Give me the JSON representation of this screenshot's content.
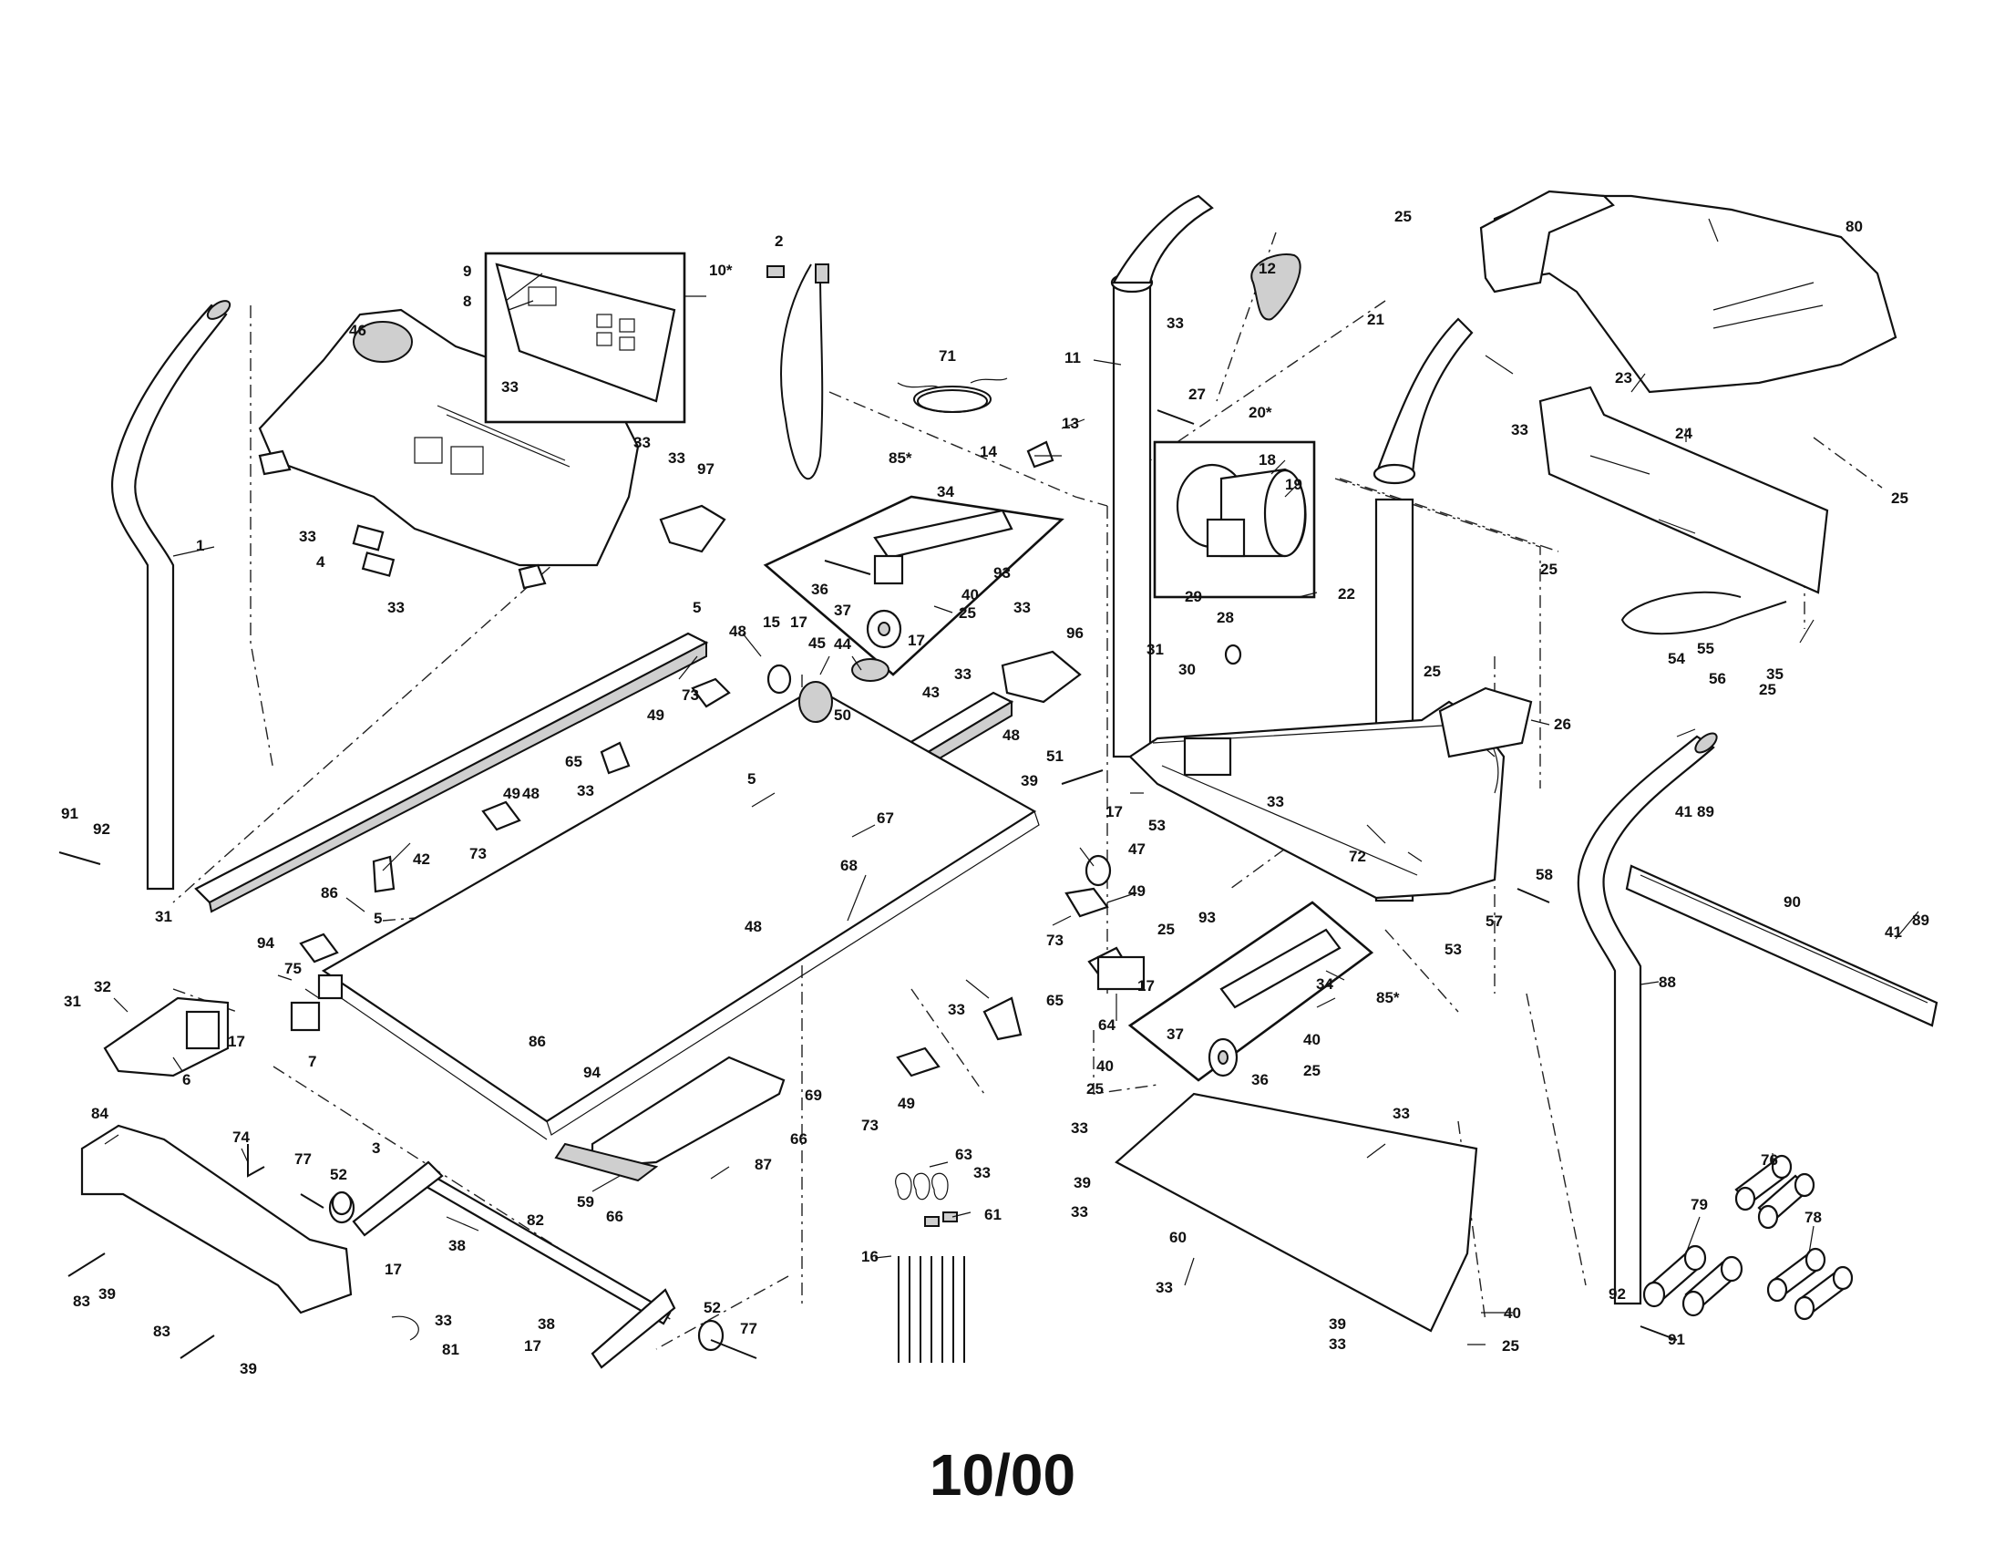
{
  "footer": {
    "date_code": "10/00"
  },
  "callouts": [
    {
      "id": "c1",
      "text": "1"
    },
    {
      "id": "c2",
      "text": "2"
    },
    {
      "id": "c3",
      "text": "3"
    },
    {
      "id": "c4",
      "text": "4"
    },
    {
      "id": "c5a",
      "text": "5"
    },
    {
      "id": "c5b",
      "text": "5"
    },
    {
      "id": "c5c",
      "text": "5"
    },
    {
      "id": "c6",
      "text": "6"
    },
    {
      "id": "c7",
      "text": "7"
    },
    {
      "id": "c8",
      "text": "8"
    },
    {
      "id": "c9",
      "text": "9"
    },
    {
      "id": "c10",
      "text": "10*"
    },
    {
      "id": "c11",
      "text": "11"
    },
    {
      "id": "c12",
      "text": "12"
    },
    {
      "id": "c13",
      "text": "13"
    },
    {
      "id": "c14",
      "text": "14"
    },
    {
      "id": "c15",
      "text": "15"
    },
    {
      "id": "c16",
      "text": "16"
    },
    {
      "id": "c17a",
      "text": "17"
    },
    {
      "id": "c17b",
      "text": "17"
    },
    {
      "id": "c17c",
      "text": "17"
    },
    {
      "id": "c17d",
      "text": "17"
    },
    {
      "id": "c17e",
      "text": "17"
    },
    {
      "id": "c17f",
      "text": "17"
    },
    {
      "id": "c17g",
      "text": "17"
    },
    {
      "id": "c18",
      "text": "18"
    },
    {
      "id": "c19",
      "text": "19"
    },
    {
      "id": "c20",
      "text": "20*"
    },
    {
      "id": "c21",
      "text": "21"
    },
    {
      "id": "c22",
      "text": "22"
    },
    {
      "id": "c23",
      "text": "23"
    },
    {
      "id": "c24",
      "text": "24"
    },
    {
      "id": "c25a",
      "text": "25"
    },
    {
      "id": "c25b",
      "text": "25"
    },
    {
      "id": "c25c",
      "text": "25"
    },
    {
      "id": "c25d",
      "text": "25"
    },
    {
      "id": "c25e",
      "text": "25"
    },
    {
      "id": "c25f",
      "text": "25"
    },
    {
      "id": "c25g",
      "text": "25"
    },
    {
      "id": "c25h",
      "text": "25"
    },
    {
      "id": "c25i",
      "text": "25"
    },
    {
      "id": "c25j",
      "text": "25"
    },
    {
      "id": "c26",
      "text": "26"
    },
    {
      "id": "c27",
      "text": "27"
    },
    {
      "id": "c28",
      "text": "28"
    },
    {
      "id": "c29",
      "text": "29"
    },
    {
      "id": "c30",
      "text": "30"
    },
    {
      "id": "c31a",
      "text": "31"
    },
    {
      "id": "c31b",
      "text": "31"
    },
    {
      "id": "c31c",
      "text": "31"
    },
    {
      "id": "c32",
      "text": "32"
    },
    {
      "id": "c33a",
      "text": "33"
    },
    {
      "id": "c33b",
      "text": "33"
    },
    {
      "id": "c33c",
      "text": "33"
    },
    {
      "id": "c33d",
      "text": "33"
    },
    {
      "id": "c33e",
      "text": "33"
    },
    {
      "id": "c33f",
      "text": "33"
    },
    {
      "id": "c33g",
      "text": "33"
    },
    {
      "id": "c33h",
      "text": "33"
    },
    {
      "id": "c33i",
      "text": "33"
    },
    {
      "id": "c33j",
      "text": "33"
    },
    {
      "id": "c33k",
      "text": "33"
    },
    {
      "id": "c33l",
      "text": "33"
    },
    {
      "id": "c33m",
      "text": "33"
    },
    {
      "id": "c33n",
      "text": "33"
    },
    {
      "id": "c33o",
      "text": "33"
    },
    {
      "id": "c33p",
      "text": "33"
    },
    {
      "id": "c33q",
      "text": "33"
    },
    {
      "id": "c33r",
      "text": "33"
    },
    {
      "id": "c33s",
      "text": "33"
    },
    {
      "id": "c34a",
      "text": "34"
    },
    {
      "id": "c34b",
      "text": "34"
    },
    {
      "id": "c35",
      "text": "35"
    },
    {
      "id": "c36a",
      "text": "36"
    },
    {
      "id": "c36b",
      "text": "36"
    },
    {
      "id": "c37a",
      "text": "37"
    },
    {
      "id": "c37b",
      "text": "37"
    },
    {
      "id": "c38a",
      "text": "38"
    },
    {
      "id": "c38b",
      "text": "38"
    },
    {
      "id": "c39a",
      "text": "39"
    },
    {
      "id": "c39b",
      "text": "39"
    },
    {
      "id": "c39c",
      "text": "39"
    },
    {
      "id": "c39d",
      "text": "39"
    },
    {
      "id": "c39e",
      "text": "39"
    },
    {
      "id": "c40a",
      "text": "40"
    },
    {
      "id": "c40b",
      "text": "40"
    },
    {
      "id": "c40c",
      "text": "40"
    },
    {
      "id": "c40d",
      "text": "40"
    },
    {
      "id": "c41a",
      "text": "41"
    },
    {
      "id": "c41b",
      "text": "41"
    },
    {
      "id": "c42",
      "text": "42"
    },
    {
      "id": "c43",
      "text": "43"
    },
    {
      "id": "c44",
      "text": "44"
    },
    {
      "id": "c45",
      "text": "45"
    },
    {
      "id": "c46",
      "text": "46"
    },
    {
      "id": "c47",
      "text": "47"
    },
    {
      "id": "c48a",
      "text": "48"
    },
    {
      "id": "c48b",
      "text": "48"
    },
    {
      "id": "c48c",
      "text": "48"
    },
    {
      "id": "c48d",
      "text": "48"
    },
    {
      "id": "c49a",
      "text": "49"
    },
    {
      "id": "c49b",
      "text": "49"
    },
    {
      "id": "c49c",
      "text": "49"
    },
    {
      "id": "c49d",
      "text": "49"
    },
    {
      "id": "c50",
      "text": "50"
    },
    {
      "id": "c51",
      "text": "51"
    },
    {
      "id": "c52a",
      "text": "52"
    },
    {
      "id": "c52b",
      "text": "52"
    },
    {
      "id": "c53a",
      "text": "53"
    },
    {
      "id": "c53b",
      "text": "53"
    },
    {
      "id": "c54",
      "text": "54"
    },
    {
      "id": "c55",
      "text": "55"
    },
    {
      "id": "c56",
      "text": "56"
    },
    {
      "id": "c57",
      "text": "57"
    },
    {
      "id": "c58",
      "text": "58"
    },
    {
      "id": "c59",
      "text": "59"
    },
    {
      "id": "c60",
      "text": "60"
    },
    {
      "id": "c61",
      "text": "61"
    },
    {
      "id": "c63",
      "text": "63"
    },
    {
      "id": "c64",
      "text": "64"
    },
    {
      "id": "c65a",
      "text": "65"
    },
    {
      "id": "c65b",
      "text": "65"
    },
    {
      "id": "c66a",
      "text": "66"
    },
    {
      "id": "c66b",
      "text": "66"
    },
    {
      "id": "c67",
      "text": "67"
    },
    {
      "id": "c68",
      "text": "68"
    },
    {
      "id": "c69",
      "text": "69"
    },
    {
      "id": "c71",
      "text": "71"
    },
    {
      "id": "c72",
      "text": "72"
    },
    {
      "id": "c73a",
      "text": "73"
    },
    {
      "id": "c73b",
      "text": "73"
    },
    {
      "id": "c73c",
      "text": "73"
    },
    {
      "id": "c73d",
      "text": "73"
    },
    {
      "id": "c74",
      "text": "74"
    },
    {
      "id": "c75",
      "text": "75"
    },
    {
      "id": "c76",
      "text": "76"
    },
    {
      "id": "c77a",
      "text": "77"
    },
    {
      "id": "c77b",
      "text": "77"
    },
    {
      "id": "c78",
      "text": "78"
    },
    {
      "id": "c79",
      "text": "79"
    },
    {
      "id": "c80",
      "text": "80"
    },
    {
      "id": "c81",
      "text": "81"
    },
    {
      "id": "c82",
      "text": "82"
    },
    {
      "id": "c83a",
      "text": "83"
    },
    {
      "id": "c83b",
      "text": "83"
    },
    {
      "id": "c84",
      "text": "84"
    },
    {
      "id": "c85a",
      "text": "85*"
    },
    {
      "id": "c85b",
      "text": "85*"
    },
    {
      "id": "c86a",
      "text": "86"
    },
    {
      "id": "c86b",
      "text": "86"
    },
    {
      "id": "c87",
      "text": "87"
    },
    {
      "id": "c88",
      "text": "88"
    },
    {
      "id": "c89a",
      "text": "89"
    },
    {
      "id": "c89b",
      "text": "89"
    },
    {
      "id": "c90",
      "text": "90"
    },
    {
      "id": "c91a",
      "text": "91"
    },
    {
      "id": "c91b",
      "text": "91"
    },
    {
      "id": "c92a",
      "text": "92"
    },
    {
      "id": "c92b",
      "text": "92"
    },
    {
      "id": "c93a",
      "text": "93"
    },
    {
      "id": "c93b",
      "text": "93"
    },
    {
      "id": "c94a",
      "text": "94"
    },
    {
      "id": "c94b",
      "text": "94"
    },
    {
      "id": "c96",
      "text": "96"
    },
    {
      "id": "c97",
      "text": "97"
    }
  ]
}
